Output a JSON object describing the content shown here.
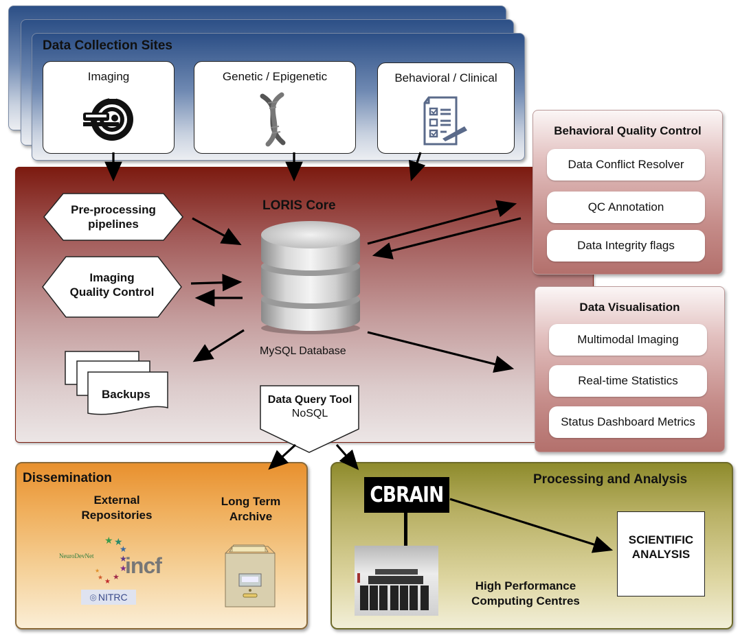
{
  "data_collection": {
    "title": "Data Collection Sites",
    "sites": [
      {
        "label": "Imaging",
        "icon": "mri-scanner-icon"
      },
      {
        "label": "Genetic / Epigenetic",
        "icon": "dna-icon"
      },
      {
        "label": "Behavioral / Clinical",
        "icon": "checklist-icon"
      }
    ]
  },
  "core": {
    "title": "LORIS Core",
    "database_label": "MySQL Database",
    "preprocessing": [
      "Pre-processing",
      "pipelines"
    ],
    "imaging_qc": [
      "Imaging",
      "Quality Control"
    ],
    "backups": "Backups",
    "query_tool": {
      "title": "Data Query Tool",
      "subtitle": "NoSQL"
    }
  },
  "behavioral_qc": {
    "title": "Behavioral Quality Control",
    "items": [
      "Data Conflict Resolver",
      "QC Annotation",
      "Data Integrity flags"
    ]
  },
  "data_visualisation": {
    "title": "Data Visualisation",
    "items": [
      "Multimodal Imaging",
      "Real-time Statistics",
      "Status Dashboard Metrics"
    ]
  },
  "dissemination": {
    "title": "Dissemination",
    "external": [
      "External",
      "Repositories"
    ],
    "archive": [
      "Long Term",
      "Archive"
    ],
    "logos": {
      "neurodevnet": "NeuroDevNet",
      "incf": "incf",
      "nitrc": "NITRC"
    }
  },
  "processing": {
    "title": "Processing and Analysis",
    "cbrain": "CBRAIN",
    "hpc": [
      "High Performance",
      "Computing Centres"
    ],
    "analysis": [
      "SCIENTIFIC",
      "ANALYSIS"
    ]
  },
  "colors": {
    "collection_blue": "#2c4f86",
    "core_red": "#7c1a10",
    "dissemination_orange": "#e8902e",
    "processing_olive": "#8e8b2c"
  }
}
